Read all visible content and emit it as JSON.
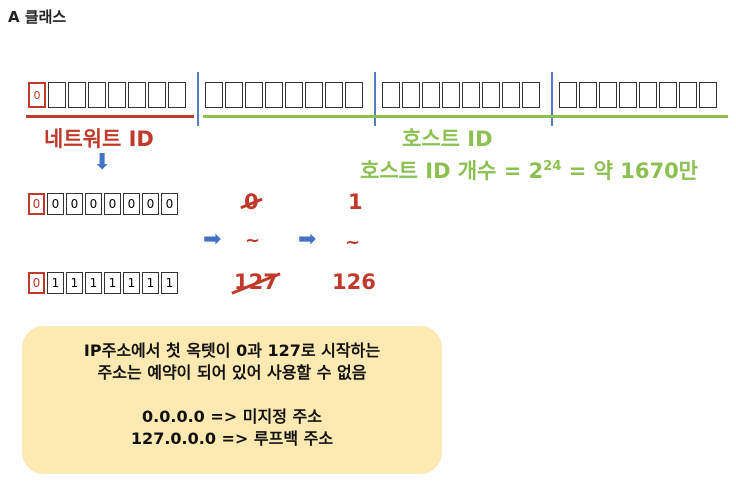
{
  "title": "A 클래스",
  "octet1_bits": [
    "0",
    "",
    "",
    "",
    "",
    "",
    "",
    ""
  ],
  "octet_blank_bits": [
    "",
    "",
    "",
    "",
    "",
    "",
    "",
    ""
  ],
  "network_label": "네트워트 ID",
  "host_label": "호스트 ID",
  "host_count_prefix": "호스트 ID 개수 = 2",
  "host_count_exp": "24",
  "host_count_suffix": " = 약 1670만",
  "min_bits": [
    "0",
    "0",
    "0",
    "0",
    "0",
    "0",
    "0",
    "0"
  ],
  "max_bits": [
    "0",
    "1",
    "1",
    "1",
    "1",
    "1",
    "1",
    "1"
  ],
  "min_value_struck": "0",
  "min_value": "1",
  "tilde": "~",
  "max_value_struck": "127",
  "max_value": "126",
  "note": {
    "line1": "IP주소에서 첫 옥텟이 0과 127로 시작하는",
    "line2": "주소는 예약이 되어 있어 사용할 수 없음",
    "line3": "0.0.0.0  => 미지정 주소",
    "line4": "127.0.0.0 => 루프백 주소"
  },
  "colors": {
    "network": "#c0392b",
    "host": "#8cc152",
    "separator": "#4f7cc4",
    "note_bg": "#fde9b2"
  }
}
